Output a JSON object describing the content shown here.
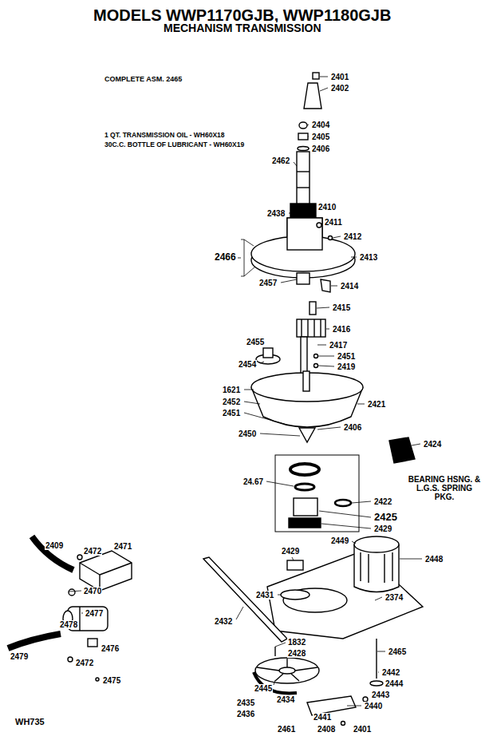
{
  "diagram": {
    "title": "MODELS WWP1170GJB, WWP1180GJB",
    "labels": [
      "MECHANISM TRANSMISSION",
      "COMPLETE ASM. 2465",
      "1 QT. TRANSMISSION OIL - WH60X18",
      "30C.C. BOTTLE OF LUBRICANT - WH60X19",
      "2401",
      "2402",
      "2404",
      "2405",
      "2406",
      "2462",
      "2410",
      "2438",
      "2411",
      "2412",
      "2466",
      "2413",
      "2457",
      "2414",
      "2415",
      "2416",
      "2417",
      "2455",
      "2451",
      "2419",
      "2454",
      "1621",
      "2452",
      "2421",
      "2451",
      "2406",
      "2450",
      "2424",
      "24.67",
      "2422",
      "BEARING HSNG. & L.G.S. SPRING PKG.",
      "2425",
      "2429",
      "2449",
      "2448",
      "2409",
      "2472",
      "2471",
      "2429",
      "2431",
      "2374",
      "2470",
      "2477",
      "2478",
      "2479",
      "2476",
      "2472",
      "2475",
      "2432",
      "1832",
      "2428",
      "2465",
      "2442",
      "2444",
      "2443",
      "2445",
      "2435",
      "2434",
      "2436",
      "2441",
      "2440",
      "2408",
      "2461",
      "2401",
      "WH735"
    ]
  }
}
